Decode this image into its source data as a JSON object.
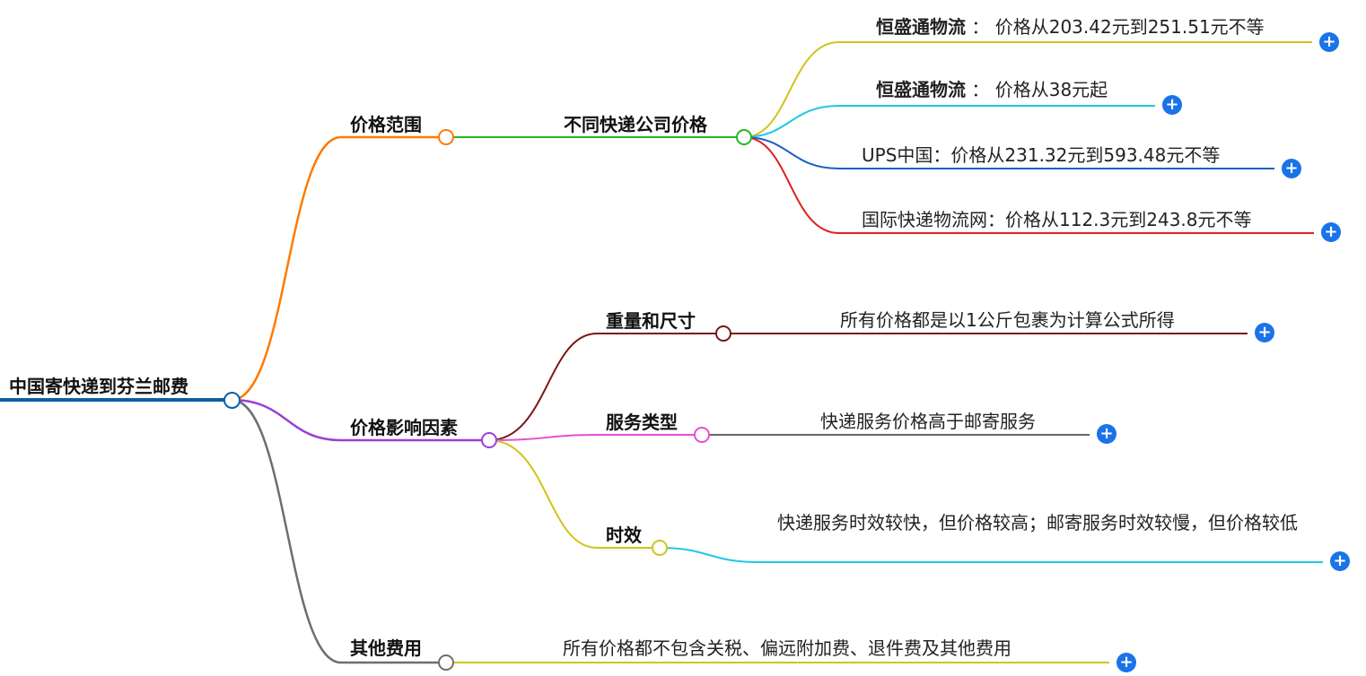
{
  "root": {
    "label": "中国寄快递到芬兰邮费",
    "color": "#0b5fa5"
  },
  "branches": {
    "price_range": {
      "label": "价格范围",
      "color": "#ff7a00",
      "child": {
        "label": "不同快递公司价格",
        "color": "#22b822",
        "leaves": [
          {
            "label": "恒盛通物流",
            "sep": "：",
            "text": "价格从203.42元到251.51元不等",
            "color": "#cfc51b"
          },
          {
            "label": "恒盛通物流",
            "sep": "：",
            "text": "价格从38元起",
            "color": "#1ec8e6"
          },
          {
            "label": "",
            "sep": "",
            "text": "UPS中国：价格从231.32元到593.48元不等",
            "color": "#1a62c4"
          },
          {
            "label": "",
            "sep": "",
            "text": "国际快递物流网：价格从112.3元到243.8元不等",
            "color": "#e01f1f"
          }
        ]
      }
    },
    "factors": {
      "label": "价格影响因素",
      "color": "#9b3fd6",
      "children": [
        {
          "label": "重量和尺寸",
          "color": "#7a1515",
          "leaf": "所有价格都是以1公斤包裹为计算公式所得",
          "leaf_color": "#7a1515"
        },
        {
          "label": "服务类型",
          "color": "#e64fd0",
          "leaf": "快递服务价格高于邮寄服务",
          "leaf_color": "#666666"
        },
        {
          "label": "时效",
          "color": "#cfc51b",
          "leaf": "快递服务时效较快，但价格较高；邮寄服务时效较慢，但价格较低",
          "leaf_color": "#1ec8e6"
        }
      ]
    },
    "other": {
      "label": "其他费用",
      "color": "#6e6e6e",
      "leaf": "所有价格都不包含关税、偏远附加费、退件费及其他费用",
      "leaf_color": "#cfc51b"
    }
  },
  "expand_icon": "plus-circle-icon",
  "accent": "#1a73e8"
}
